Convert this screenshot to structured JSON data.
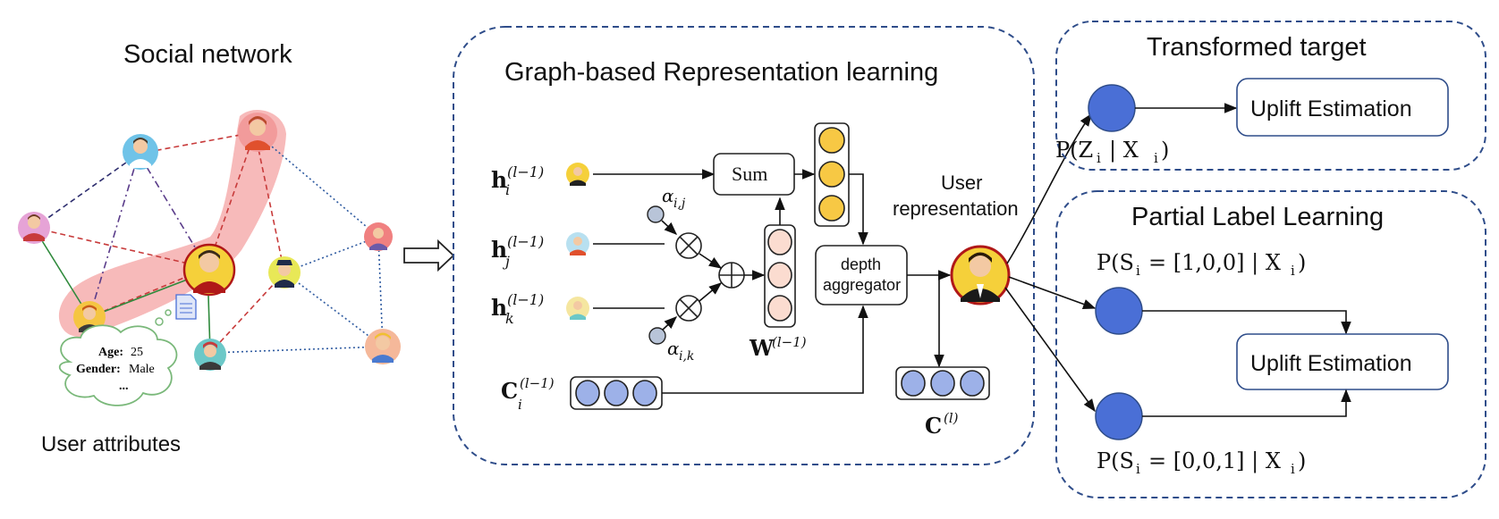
{
  "social": {
    "title": "Social network",
    "attr_caption": "User attributes",
    "bubble": {
      "age_key": "Age:",
      "age_val": "25",
      "gender_key": "Gender:",
      "gender_val": "Male",
      "more": "..."
    }
  },
  "graph": {
    "title": "Graph-based Representation learning",
    "sum_label": "Sum",
    "depth_label_1": "depth",
    "depth_label_2": "aggregator",
    "user_rep_1": "User",
    "user_rep_2": "representation",
    "h_i": "h",
    "h_i_sub": "i",
    "h_j_sub": "j",
    "h_k_sub": "k",
    "h_sup": "(l−1)",
    "alpha_ij": "α",
    "alpha_ij_sub": "i,j",
    "alpha_ik_sub": "i,k",
    "W": "W",
    "W_sup": "(l−1)",
    "C": "C",
    "C_i_sub": "i",
    "C_sup_prev": "(l−1)",
    "C_sup": "(l)"
  },
  "transformed": {
    "title": "Transformed target",
    "uplift_label": "Uplift Estimation",
    "prob_label": "P(Z",
    "prob_sub": "i",
    "prob_cond": "| X",
    "prob_cond_sub": "i",
    "prob_close": ")"
  },
  "partial": {
    "title": "Partial Label Learning",
    "uplift_label": "Uplift Estimation",
    "prob1_a": "P(S",
    "prob1_sub": "i",
    "prob1_b": "= [1,0,0] | X",
    "prob1_sub2": "i",
    "prob1_c": ")",
    "prob2_a": "P(S",
    "prob2_sub": "i",
    "prob2_b": "= [0,0,1] | X",
    "prob2_sub2": "i",
    "prob2_c": ")"
  }
}
